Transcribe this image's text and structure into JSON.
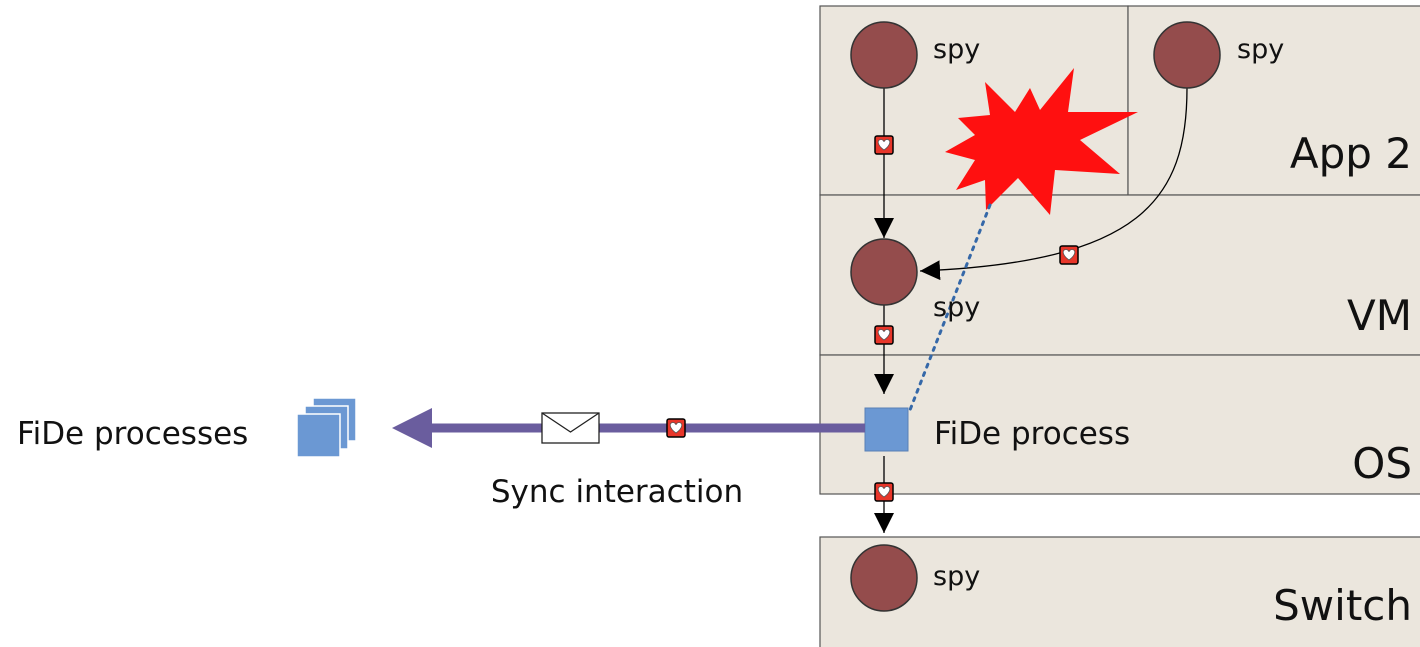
{
  "layers": {
    "app2": "App 2",
    "vm": "VM",
    "os": "OS",
    "switch": "Switch"
  },
  "spy_label": "spy",
  "fide_process_label": "FiDe process",
  "fide_processes_label": "FiDe processes",
  "sync_interaction_label": "Sync interaction",
  "colors": {
    "layer_fill": "#ebe6dd",
    "spy_fill": "#944c4c",
    "heartbeat_fill": "#e8362a",
    "arrow_purple": "#6a5d9e",
    "process_blue": "#6b98d3",
    "crash_red": "#ff1010",
    "dotted_blue": "#3568a8"
  }
}
